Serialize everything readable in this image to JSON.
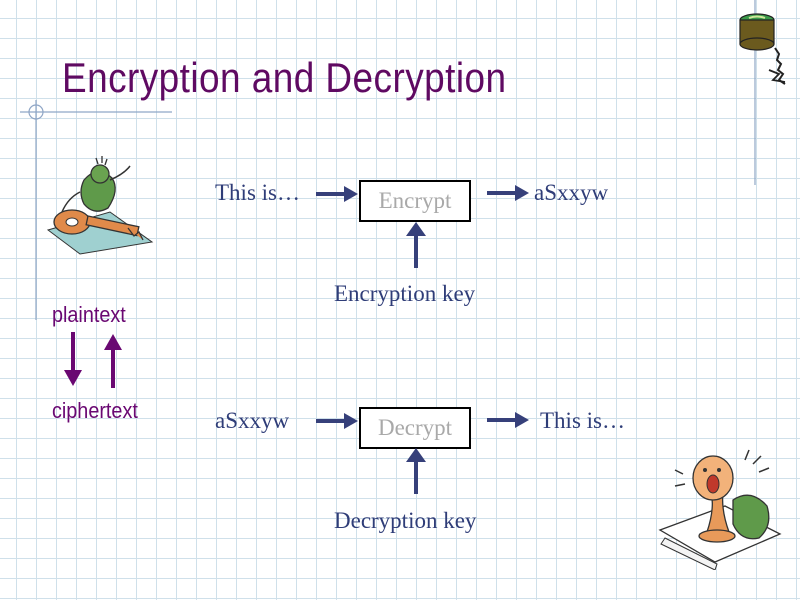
{
  "slide": {
    "title": "Encryption and Decryption"
  },
  "encrypt_row": {
    "input": "This is…",
    "box_label": "Encrypt",
    "output": "aSxxyw",
    "key_label": "Encryption key"
  },
  "decrypt_row": {
    "input": "aSxxyw",
    "box_label": "Decrypt",
    "output": "This is…",
    "key_label": "Decryption key"
  },
  "side": {
    "plaintext": "plaintext",
    "ciphertext": "ciphertext"
  },
  "colors": {
    "title": "#5f0a62",
    "body_text": "#2f3d78",
    "arrow": "#36407a",
    "side_text": "#6a0872",
    "grid": "#cfe0ea"
  }
}
